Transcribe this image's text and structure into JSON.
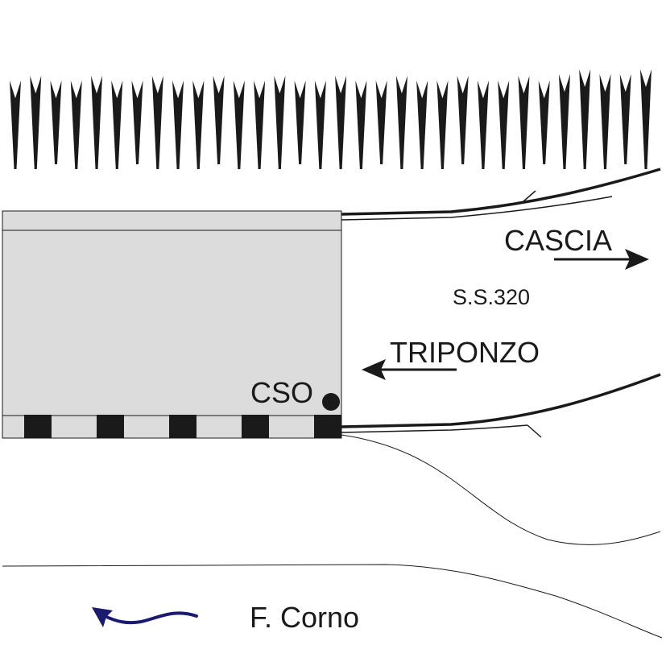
{
  "labels": {
    "cascia": "CASCIA",
    "road": "S.S.320",
    "triponzo": "TRIPONZO",
    "cso": "CSO",
    "river": "F. Corno"
  },
  "colors": {
    "structure_fill": "#dcdcdc",
    "ink": "#1a1a1a",
    "river_arrow": "#1a1a6e"
  },
  "icons": {
    "escarpment": "spike-hatching",
    "station": "filled-circle",
    "flow_arrow": "curved-arrow-left"
  }
}
